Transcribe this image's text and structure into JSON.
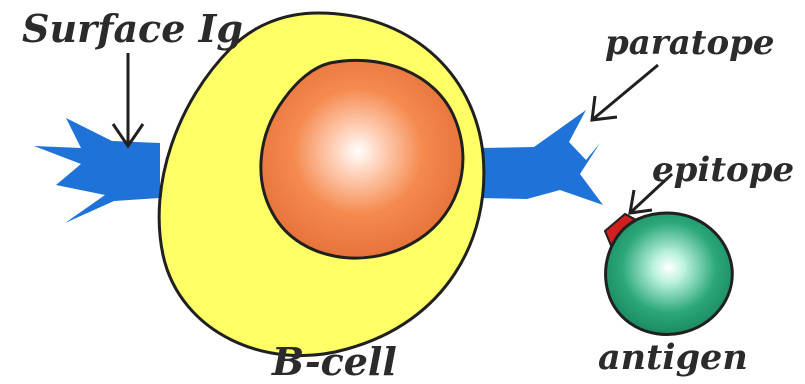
{
  "labels": {
    "surface_ig": "Surface Ig",
    "paratope": "paratope",
    "epitope": "epitope",
    "b_cell": "B-cell",
    "antigen": "antigen"
  },
  "colors": {
    "cytoplasm": "#ffff66",
    "nucleus": "#f08040",
    "antibody": "#1f73d8",
    "epitope": "#d11f1f",
    "antigen": "#1f9a6a",
    "outline": "#202020"
  }
}
